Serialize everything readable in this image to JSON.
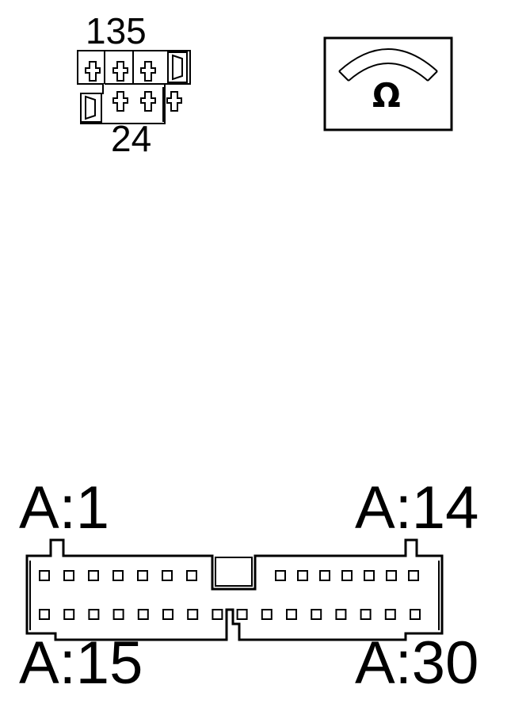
{
  "small_connector": {
    "top_label": "135",
    "bottom_label": "24"
  },
  "meter": {
    "symbol": "Ω",
    "icon": "ohmmeter-icon"
  },
  "large_connector": {
    "label_top_left": "A:1",
    "label_top_right": "A:14",
    "label_bottom_left": "A:15",
    "label_bottom_right": "A:30",
    "top_row_pins": 14,
    "bottom_row_pins": 16
  }
}
